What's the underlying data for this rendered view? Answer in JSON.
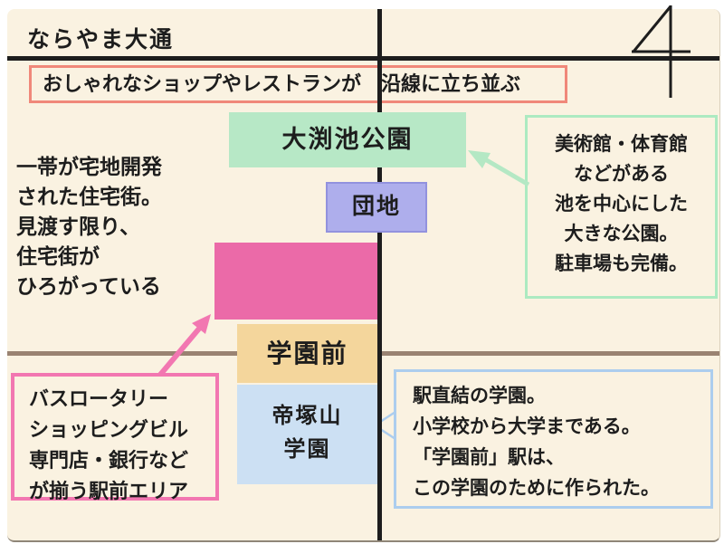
{
  "map": {
    "street_title": "ならやま大通",
    "corner_numeral": "4",
    "top_callout": "おしゃれなショップやレストランが　沿線に立ち並ぶ",
    "park_label": "大渕池公園",
    "danchi_label": "団地",
    "station_label": "学園前",
    "school_label": {
      "line1": "帝塚山",
      "line2": "学園"
    },
    "left_note": {
      "line1": "一帯が宅地開発",
      "line2": "された住宅街。",
      "line3": "見渡す限り、",
      "line4": "住宅街が",
      "line5": "ひろがっている"
    },
    "park_callout": {
      "line1": "美術館・体育館",
      "line2": "などがある",
      "line3": "池を中心にした",
      "line4": "大きな公園。",
      "line5": "駐車場も完備。"
    },
    "station_callout": {
      "line1": "バスロータリー",
      "line2": "ショッピングビル",
      "line3": "専門店・銀行など",
      "line4": "が揃う駅前エリア"
    },
    "school_callout": {
      "line1": "駅直結の学園。",
      "line2": "小学校から大学まである。",
      "line3": "「学園前」駅は、",
      "line4": "この学園のために作られた。"
    }
  },
  "colors": {
    "background": "#ffffff",
    "map_bg": "#faf2e1",
    "road_top": "#1d1d1d",
    "road_lower": "#9a8372",
    "railway": "#1d1d1d",
    "top_callout_border": "#f0887a",
    "park_fill": "#b7e8c6",
    "park_callout_border": "#aceac1",
    "danchi_fill": "#aeaeec",
    "danchi_border": "#9292de",
    "residential_fill": "#eb6aa8",
    "station_fill": "#f4d69c",
    "school_fill": "#cce0f3",
    "school_callout_border": "#accdee",
    "station_callout_border": "#f277b1",
    "pink_arrow": "#f277b1",
    "green_arrow": "#b4e8c4",
    "text": "#1d1d1d"
  }
}
